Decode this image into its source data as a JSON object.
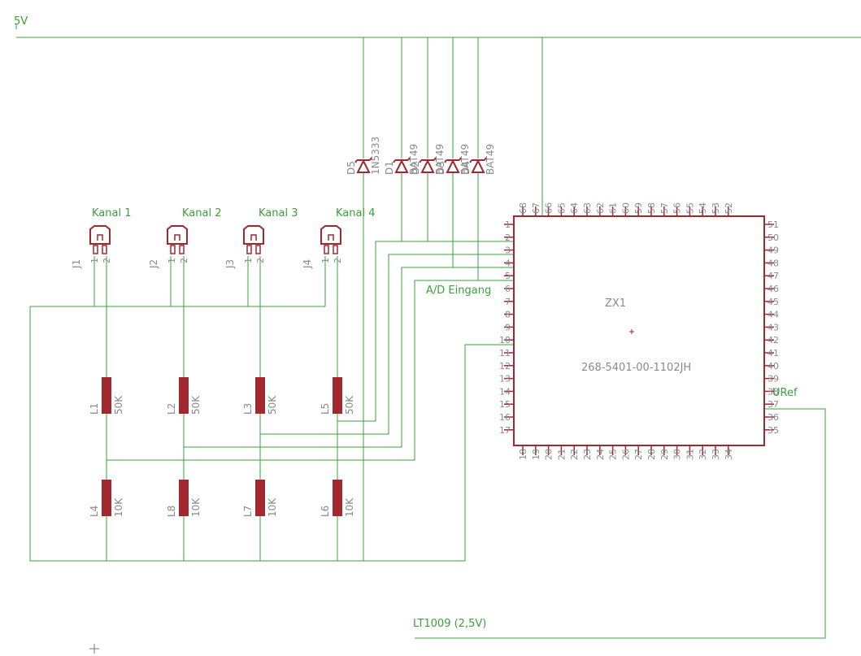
{
  "net_labels": {
    "v5": "5V",
    "kanal1": "Kanal 1",
    "kanal2": "Kanal 2",
    "kanal3": "Kanal 3",
    "kanal4": "Kanal 4",
    "ad_eingang": "A/D Eingang",
    "uref": "URef",
    "lt1009": "LT1009 (2,5V)"
  },
  "connectors": [
    {
      "name": "J1",
      "pin1": "1",
      "pin2": "2"
    },
    {
      "name": "J2",
      "pin1": "1",
      "pin2": "2"
    },
    {
      "name": "J3",
      "pin1": "1",
      "pin2": "2"
    },
    {
      "name": "J4",
      "pin1": "1",
      "pin2": "2"
    }
  ],
  "diodes": [
    {
      "name": "D5",
      "value": "1N5333"
    },
    {
      "name": "D1",
      "value": "BAT49"
    },
    {
      "name": "D2",
      "value": "BAT49"
    },
    {
      "name": "D3",
      "value": "BAT49"
    },
    {
      "name": "D4",
      "value": "BAT49"
    }
  ],
  "resistors_top": [
    {
      "name": "L1",
      "value": "50K"
    },
    {
      "name": "L2",
      "value": "50K"
    },
    {
      "name": "L3",
      "value": "50K"
    },
    {
      "name": "L5",
      "value": "50K"
    }
  ],
  "resistors_bottom": [
    {
      "name": "L4",
      "value": "10K"
    },
    {
      "name": "L8",
      "value": "10K"
    },
    {
      "name": "L7",
      "value": "10K"
    },
    {
      "name": "L6",
      "value": "10K"
    }
  ],
  "ic": {
    "name": "ZX1",
    "value": "268-5401-00-1102JH",
    "left_pins": [
      "1",
      "2",
      "3",
      "4",
      "5",
      "6",
      "7",
      "8",
      "9",
      "10",
      "11",
      "12",
      "13",
      "14",
      "15",
      "16",
      "17"
    ],
    "right_pins": [
      "51",
      "50",
      "49",
      "48",
      "47",
      "46",
      "45",
      "44",
      "43",
      "42",
      "41",
      "40",
      "39",
      "38",
      "37",
      "36",
      "35"
    ],
    "top_pins": [
      "68",
      "67",
      "66",
      "65",
      "64",
      "63",
      "62",
      "61",
      "60",
      "59",
      "58",
      "57",
      "56",
      "55",
      "54",
      "53",
      "52"
    ],
    "bottom_pins": [
      "18",
      "19",
      "20",
      "21",
      "22",
      "23",
      "24",
      "25",
      "26",
      "27",
      "28",
      "29",
      "30",
      "31",
      "32",
      "33",
      "34"
    ]
  },
  "colors": {
    "wire": "#3aa03a",
    "part": "#a0282e",
    "text": "#8a8a8a",
    "net_label": "#3aa03a"
  }
}
